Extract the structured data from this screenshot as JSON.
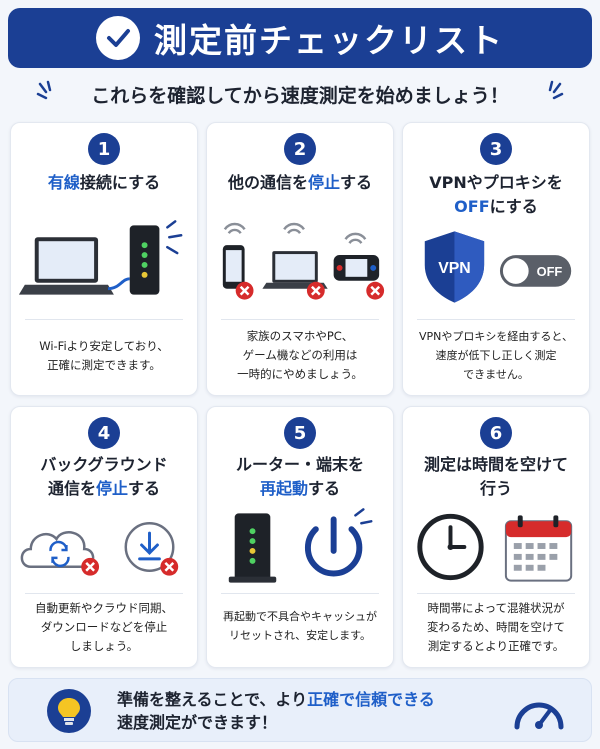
{
  "header": {
    "title": "測定前チェックリスト"
  },
  "subtitle": "これらを確認してから速度測定を始めましょう！",
  "cards": [
    {
      "number": "1",
      "title_hl": "有線",
      "title_rest": "接続にする",
      "desc": [
        "Wi-Fiより安定しており、",
        "正確に測定できます。"
      ]
    },
    {
      "number": "2",
      "title_pre": "他の通信を",
      "title_hl": "停止",
      "title_post": "する",
      "desc": [
        "家族のスマホやPC、",
        "ゲーム機などの利用は",
        "一時的にやめましょう。"
      ]
    },
    {
      "number": "3",
      "title_line1": "VPNやプロキシを",
      "title_hl": "OFF",
      "title_post": "にする",
      "vpn_label": "VPN",
      "toggle_label": "OFF",
      "desc": [
        "VPNやプロキシを経由すると、",
        "速度が低下し正しく測定",
        "できません。"
      ]
    },
    {
      "number": "4",
      "title_line1": "バックグラウンド",
      "title_pre": "通信を",
      "title_hl": "停止",
      "title_post": "する",
      "desc": [
        "自動更新やクラウド同期、",
        "ダウンロードなどを停止",
        "しましょう。"
      ]
    },
    {
      "number": "5",
      "title_line1": "ルーター・端末を",
      "title_hl": "再起動",
      "title_post": "する",
      "desc": [
        "再起動で不具合やキャッシュが",
        "リセットされ、安定します。"
      ]
    },
    {
      "number": "6",
      "title_line1": "測定は時間を空けて",
      "title_line2": "行う",
      "desc": [
        "時間帯によって混雑状況が",
        "変わるため、時間を空けて",
        "測定するとより正確です。"
      ]
    }
  ],
  "footer": {
    "line1_pre": "準備を整えることで、より",
    "line1_hl": "正確で信頼できる",
    "line2": "速度測定ができます！"
  },
  "colors": {
    "navy": "#1b3f94",
    "accent": "#1f5fc8",
    "red": "#d62b2b"
  }
}
